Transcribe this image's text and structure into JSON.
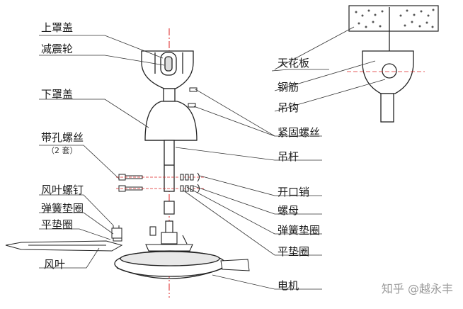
{
  "labels": {
    "upper_canopy": "上罩盖",
    "shock_wheel": "减震轮",
    "lower_canopy": "下罩盖",
    "hole_bolt": "带孔螺丝",
    "hole_bolt_qty": "（2 套）",
    "blade_screw": "风叶螺钉",
    "spring_washer_left": "弹簧垫圈",
    "flat_washer_left": "平垫圈",
    "blade": "风叶",
    "ceiling": "天花板",
    "rebar": "钢筋",
    "hook": "吊钩",
    "set_screw": "紧固螺丝",
    "down_rod": "吊杆",
    "cotter_pin": "开口销",
    "nut": "螺母",
    "spring_washer_right": "弹簧垫圈",
    "flat_washer_right": "平垫圈",
    "motor": "电机"
  },
  "watermark": "知乎 @越永丰"
}
